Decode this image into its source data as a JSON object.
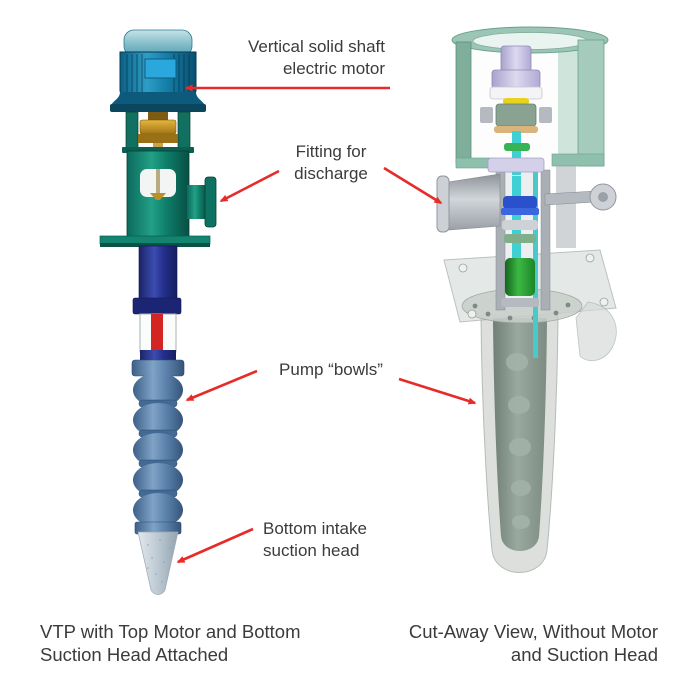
{
  "colors": {
    "background": "#ffffff",
    "arrow": "#e62b28",
    "text": "#3b3b3b",
    "motor_teal": "#1580aa",
    "head_teal_green": "#16907c",
    "column_navy": "#232f8c",
    "shaft_red": "#d32522",
    "bowl_steel_blue": "#5d83ad",
    "cutaway_seafoam": "#9cc5b5",
    "cutaway_gray": "#c9cdd0"
  },
  "annotations": {
    "motor": "Vertical solid shaft\nelectric motor",
    "discharge": "Fitting for\ndischarge",
    "bowls": "Pump “bowls”",
    "suction": "Bottom intake\nsuction head"
  },
  "captions": {
    "left": "VTP with Top Motor and Bottom\nSuction Head Attached",
    "right": "Cut-Away View, Without Motor\nand Suction Head"
  }
}
